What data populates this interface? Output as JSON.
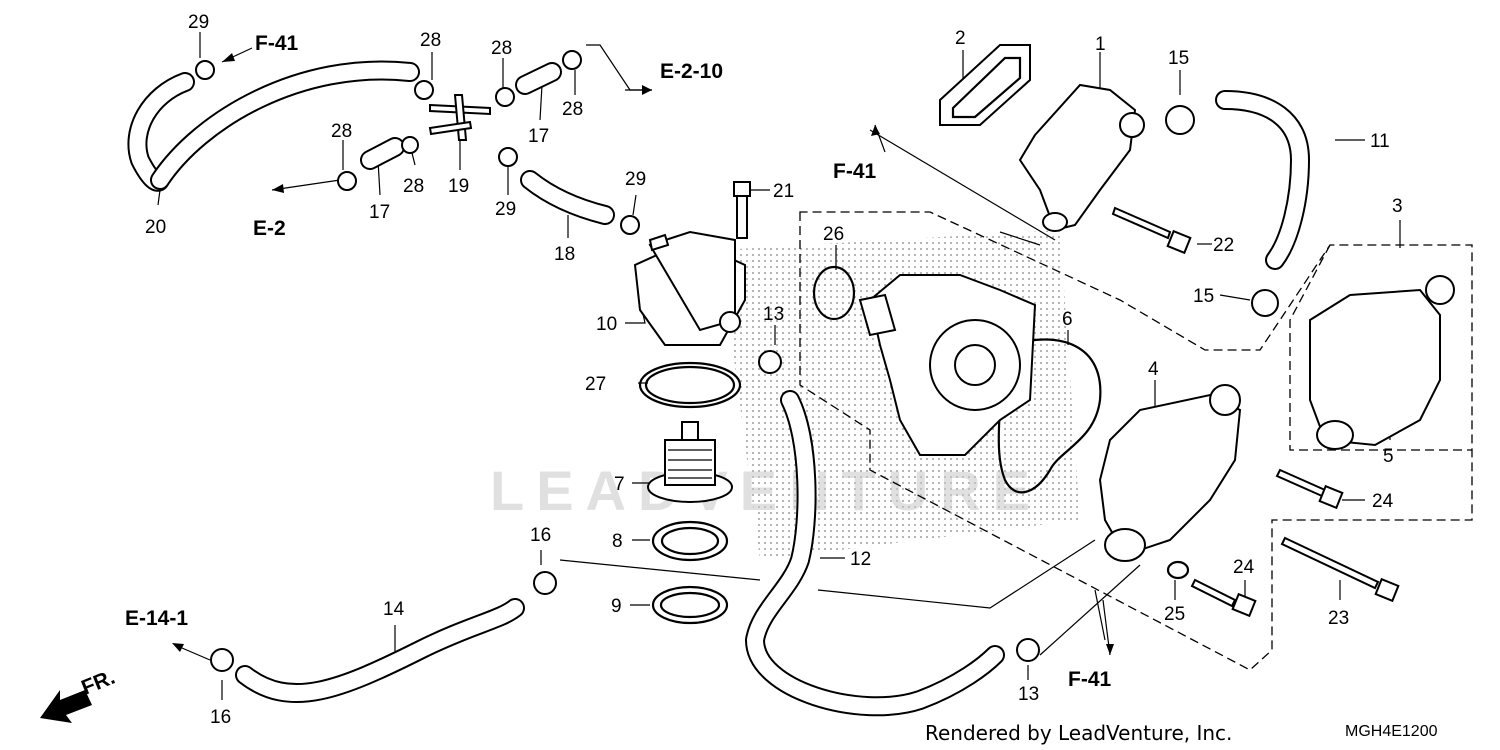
{
  "callouts": {
    "c1": "1",
    "c2": "2",
    "c3": "3",
    "c4": "4",
    "c5": "5",
    "c6": "6",
    "c7": "7",
    "c8": "8",
    "c9": "9",
    "c10": "10",
    "c11": "11",
    "c12": "12",
    "c13a": "13",
    "c13b": "13",
    "c14": "14",
    "c15a": "15",
    "c15b": "15",
    "c16a": "16",
    "c16b": "16",
    "c17a": "17",
    "c17b": "17",
    "c18": "18",
    "c19": "19",
    "c20": "20",
    "c21": "21",
    "c22": "22",
    "c23": "23",
    "c24a": "24",
    "c24b": "24",
    "c25": "25",
    "c26": "26",
    "c27": "27",
    "c28a": "28",
    "c28b": "28",
    "c28c": "28",
    "c28d": "28",
    "c29a": "29",
    "c29b": "29",
    "c29c": "29"
  },
  "references": {
    "f41_top": "F-41",
    "e2_10": "E-2-10",
    "e2": "E-2",
    "f41_mid": "F-41",
    "e14_1": "E-14-1",
    "f41_bottom": "F-41",
    "fr": "FR."
  },
  "footer": {
    "rendered_by": "Rendered by LeadVenture, Inc.",
    "diagram_code": "MGH4E1200"
  },
  "watermark": "LEADVENTURE"
}
